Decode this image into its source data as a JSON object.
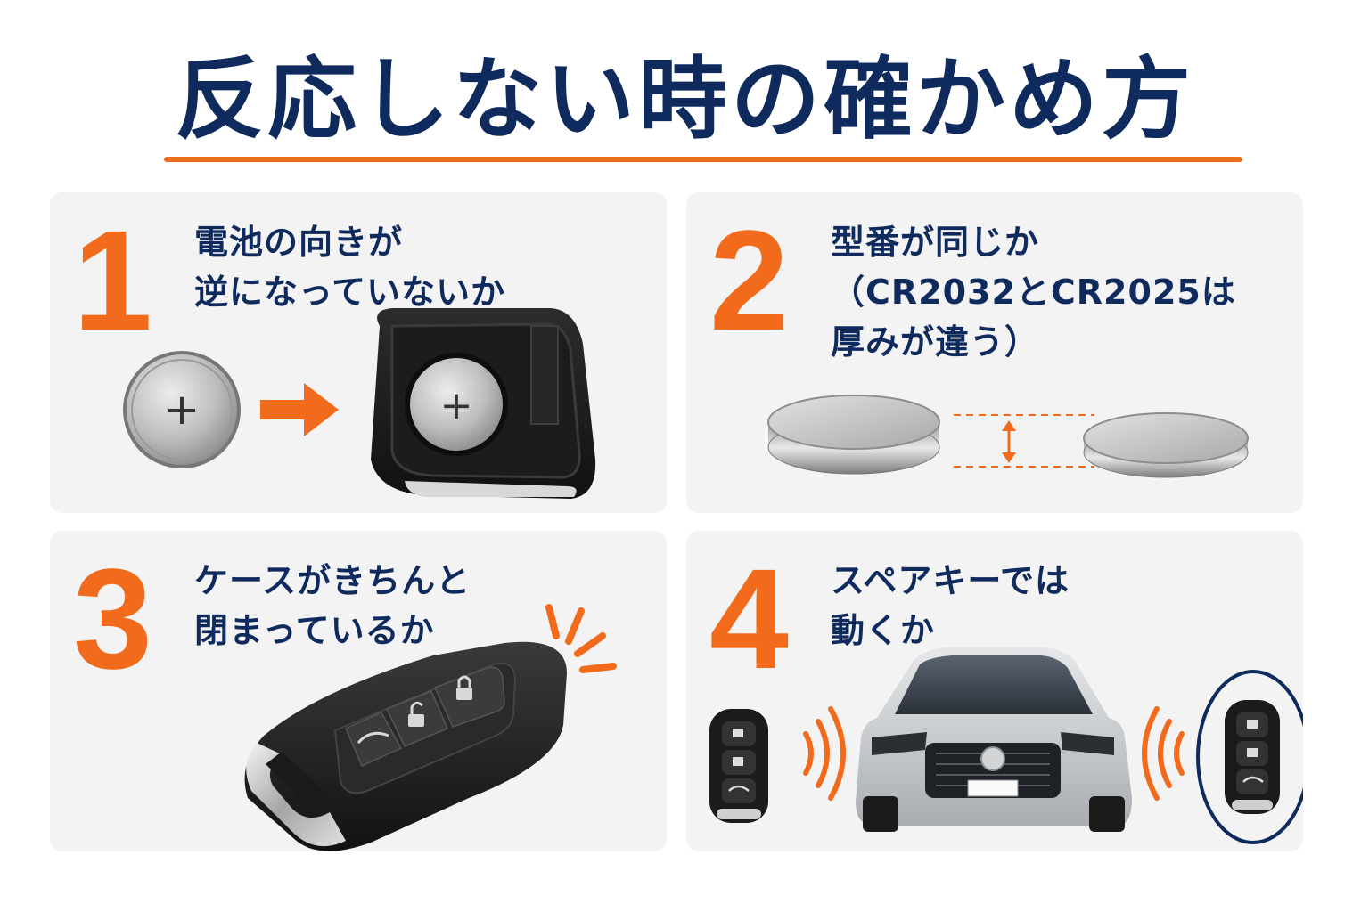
{
  "title": "反応しない時の確かめ方",
  "colors": {
    "accent": "#f26b1d",
    "navy": "#0f2a5c",
    "panel": "#f3f3f3"
  },
  "steps": [
    {
      "number": "1",
      "lines": [
        "電池の向きが",
        "逆になっていないか"
      ],
      "battery_mark": "+"
    },
    {
      "number": "2",
      "lines": [
        "型番が同じか",
        "（CR2032とCR2025は",
        "厚みが違う）"
      ]
    },
    {
      "number": "3",
      "lines": [
        "ケースがきちんと",
        "閉まっているか"
      ]
    },
    {
      "number": "4",
      "lines": [
        "スペアキーでは",
        "動くか"
      ]
    }
  ],
  "icons": {
    "step1": [
      "coin-battery-icon",
      "arrow-right-icon",
      "key-case-open-icon"
    ],
    "step2": [
      "thick-battery-icon",
      "thickness-arrow-icon",
      "thin-battery-icon"
    ],
    "step3": [
      "smart-key-icon",
      "trunk-button-icon",
      "unlock-button-icon",
      "lock-button-icon",
      "click-burst-icon"
    ],
    "step4": [
      "smart-key-icon",
      "signal-waves-icon",
      "car-icon",
      "spare-key-icon"
    ]
  }
}
